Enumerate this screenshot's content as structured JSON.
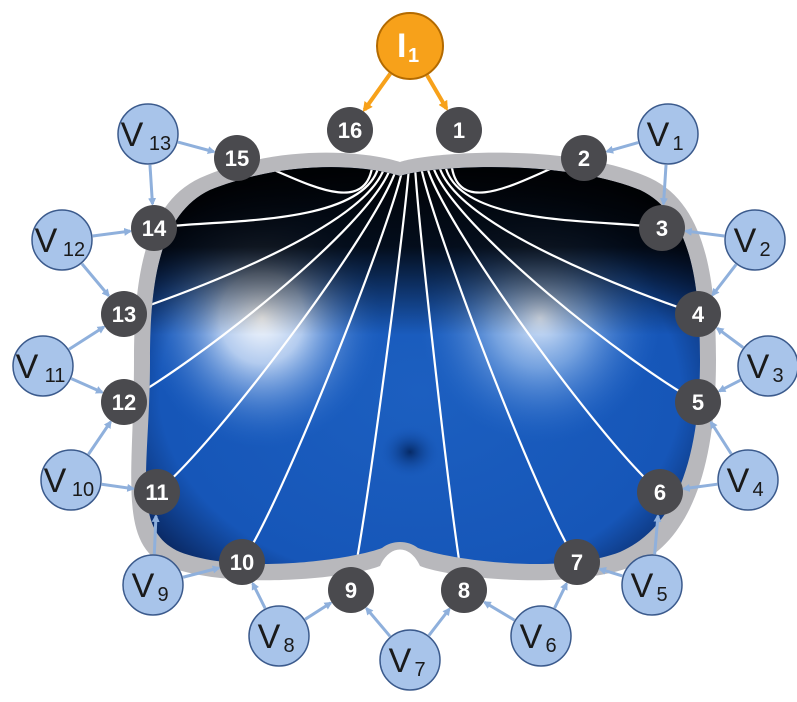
{
  "current_source": {
    "letter": "I",
    "index": "1",
    "color": "#f7a11a"
  },
  "electrodes": [
    "1",
    "2",
    "3",
    "4",
    "5",
    "6",
    "7",
    "8",
    "9",
    "10",
    "11",
    "12",
    "13",
    "14",
    "15",
    "16"
  ],
  "voltages": [
    {
      "letter": "V",
      "index": "1"
    },
    {
      "letter": "V",
      "index": "2"
    },
    {
      "letter": "V",
      "index": "3"
    },
    {
      "letter": "V",
      "index": "4"
    },
    {
      "letter": "V",
      "index": "5"
    },
    {
      "letter": "V",
      "index": "6"
    },
    {
      "letter": "V",
      "index": "7"
    },
    {
      "letter": "V",
      "index": "8"
    },
    {
      "letter": "V",
      "index": "9"
    },
    {
      "letter": "V",
      "index": "10"
    },
    {
      "letter": "V",
      "index": "11"
    },
    {
      "letter": "V",
      "index": "12"
    },
    {
      "letter": "V",
      "index": "13"
    }
  ],
  "colors": {
    "electrode_fill": "#4a4a4e",
    "voltage_fill": "#a8c4ea",
    "voltage_stroke": "#3b5a8c",
    "arrow": "#8fb0dc",
    "body_rim": "#b8b8bc",
    "tissue_dark": "#000000",
    "tissue_blue": "#1e64c8",
    "lung_highlight": "#ffffff",
    "field_lines": "#ffffff"
  }
}
